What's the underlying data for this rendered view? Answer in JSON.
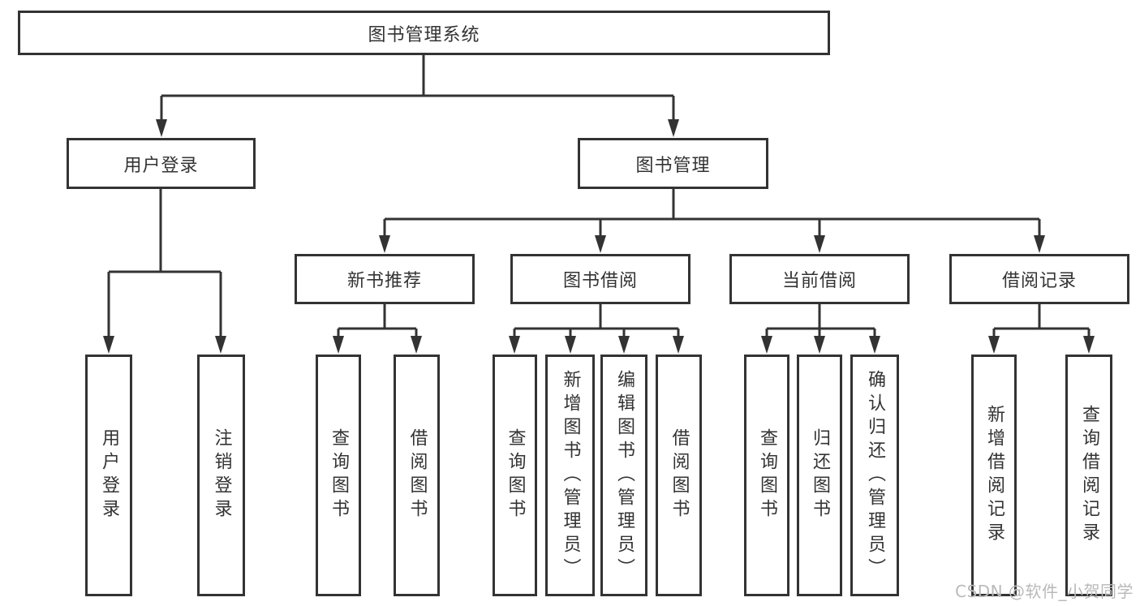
{
  "diagram": {
    "title": "图书管理系统",
    "nodes": {
      "root": {
        "label": "图书管理系统"
      },
      "user_login": {
        "label": "用户登录"
      },
      "book_management": {
        "label": "图书管理"
      },
      "new_book_recommend": {
        "label": "新书推荐"
      },
      "book_borrowing": {
        "label": "图书借阅"
      },
      "current_borrowing": {
        "label": "当前借阅"
      },
      "borrowing_records": {
        "label": "借阅记录"
      },
      "leaf_user_login": {
        "label": "用户登录"
      },
      "leaf_logout": {
        "label": "注销登录"
      },
      "leaf_query_books_recommend": {
        "label": "查询图书"
      },
      "leaf_borrow_books_recommend": {
        "label": "借阅图书"
      },
      "leaf_query_books_borrowing": {
        "label": "查询图书"
      },
      "leaf_add_books_admin": {
        "label": "新增图书（管理员）"
      },
      "leaf_edit_books_admin": {
        "label": "编辑图书（管理员）"
      },
      "leaf_borrow_books_borrowing": {
        "label": "借阅图书"
      },
      "leaf_query_books_current": {
        "label": "查询图书"
      },
      "leaf_return_books": {
        "label": "归还图书"
      },
      "leaf_confirm_return_admin": {
        "label": "确认归还（管理员）"
      },
      "leaf_add_borrow_record": {
        "label": "新增借阅记录"
      },
      "leaf_query_borrow_record": {
        "label": "查询借阅记录"
      }
    },
    "hierarchy": [
      {
        "parent": "图书管理系统",
        "children": [
          "用户登录",
          "图书管理"
        ]
      },
      {
        "parent": "用户登录",
        "children": [
          "用户登录",
          "注销登录"
        ]
      },
      {
        "parent": "图书管理",
        "children": [
          "新书推荐",
          "图书借阅",
          "当前借阅",
          "借阅记录"
        ]
      },
      {
        "parent": "新书推荐",
        "children": [
          "查询图书",
          "借阅图书"
        ]
      },
      {
        "parent": "图书借阅",
        "children": [
          "查询图书",
          "新增图书（管理员）",
          "编辑图书（管理员）",
          "借阅图书"
        ]
      },
      {
        "parent": "当前借阅",
        "children": [
          "查询图书",
          "归还图书",
          "确认归还（管理员）"
        ]
      },
      {
        "parent": "借阅记录",
        "children": [
          "新增借阅记录",
          "查询借阅记录"
        ]
      }
    ]
  },
  "watermark": {
    "text": "CSDN @软件_小贺同学"
  },
  "colors": {
    "line": "#333333",
    "box_border": "#333333",
    "text": "#333333",
    "watermark": "#b9b9b9",
    "background": "#ffffff"
  }
}
